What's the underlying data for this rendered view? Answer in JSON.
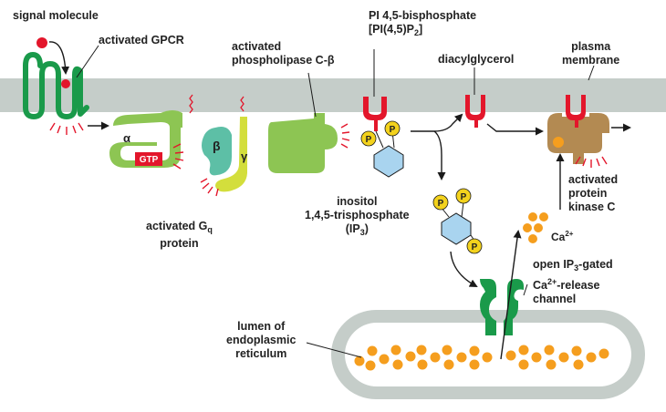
{
  "labels": {
    "signal_molecule": "signal molecule",
    "activated_gpcr": "activated GPCR",
    "plc_line1": "activated",
    "plc_line2": "phospholipase C-β",
    "pip2_line1": "PI 4,5-bisphosphate",
    "pip2_line2_pre": "[PI(4,5)P",
    "pip2_line2_sub": "2",
    "pip2_line2_post": "]",
    "dag": "diacylglycerol",
    "pm_line1": "plasma",
    "pm_line2": "membrane",
    "gq_line1": "activated G",
    "gq_sub": "q",
    "gq_line2": "protein",
    "ip3_line1": "inositol",
    "ip3_line2": "1,4,5-trisphosphate",
    "ip3_line3_pre": "(IP",
    "ip3_line3_sub": "3",
    "ip3_line3_post": ")",
    "pkc_line1": "activated",
    "pkc_line2": "protein",
    "pkc_line3": "kinase C",
    "ca_text": "Ca",
    "ca_sup": "2+",
    "chan_line1_pre": "open IP",
    "chan_line1_sub": "3",
    "chan_line1_post": "-gated",
    "chan_line2_pre": "Ca",
    "chan_line2_sup": "2+",
    "chan_line2_post": "-release",
    "chan_line3": "channel",
    "er_line1": "lumen of",
    "er_line2": "endoplasmic",
    "er_line3": "reticulum",
    "alpha": "α",
    "beta": "β",
    "gamma": "γ",
    "gtp": "GTP",
    "phosphate": "P"
  },
  "colors": {
    "membrane": "#c5cdc9",
    "receptor_green": "#1a9a4a",
    "g_protein_green": "#8dc553",
    "beta_teal": "#5dbfa6",
    "gamma_yellow": "#d3de3c",
    "pkc_brown": "#b38a52",
    "lipid_red": "#e3162b",
    "phosphate_yellow": "#f3d21d",
    "calcium_orange": "#f59e1e",
    "inositol_blue": "#a9d4ef"
  }
}
